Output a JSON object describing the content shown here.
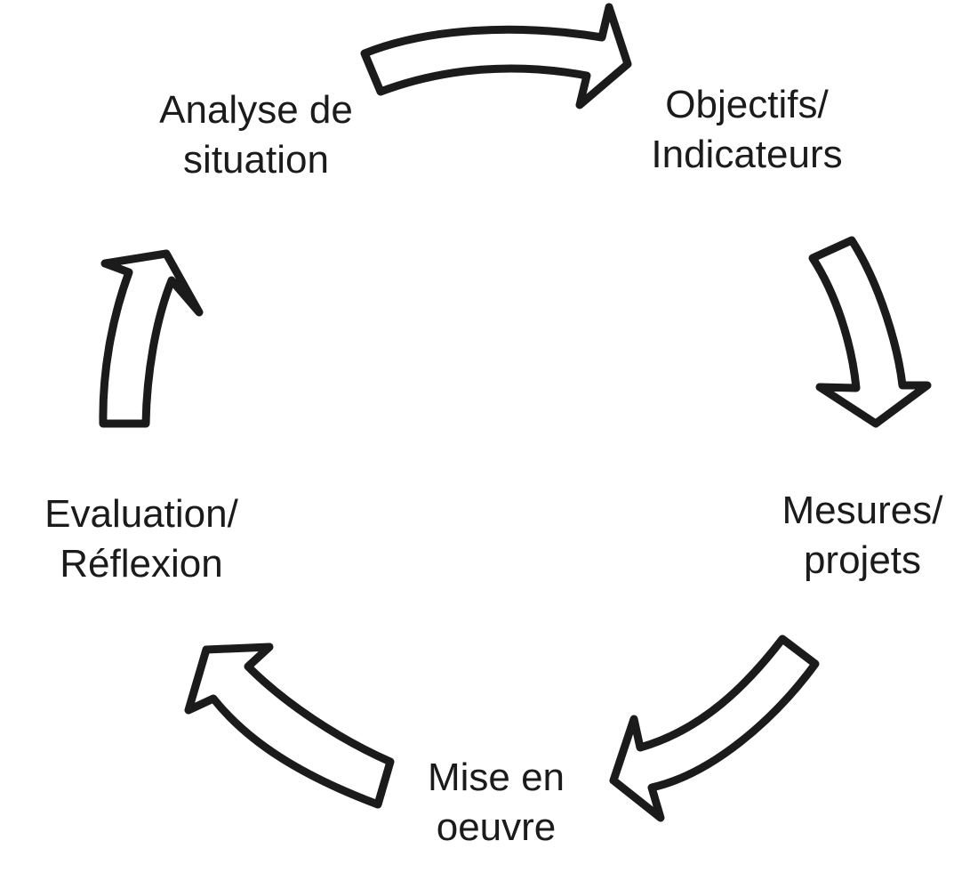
{
  "diagram": {
    "type": "cycle",
    "steps": [
      {
        "line1": "Analyse de",
        "line2": "situation"
      },
      {
        "line1": "Objectifs/",
        "line2": "Indicateurs"
      },
      {
        "line1": "Mesures/",
        "line2": "projets"
      },
      {
        "line1": "Mise en",
        "line2": "oeuvre"
      },
      {
        "line1": "Evaluation/",
        "line2": "Réflexion"
      }
    ],
    "colors": {
      "stroke": "#1b1b1b",
      "fill": "#ffffff",
      "background": "#ffffff"
    }
  }
}
